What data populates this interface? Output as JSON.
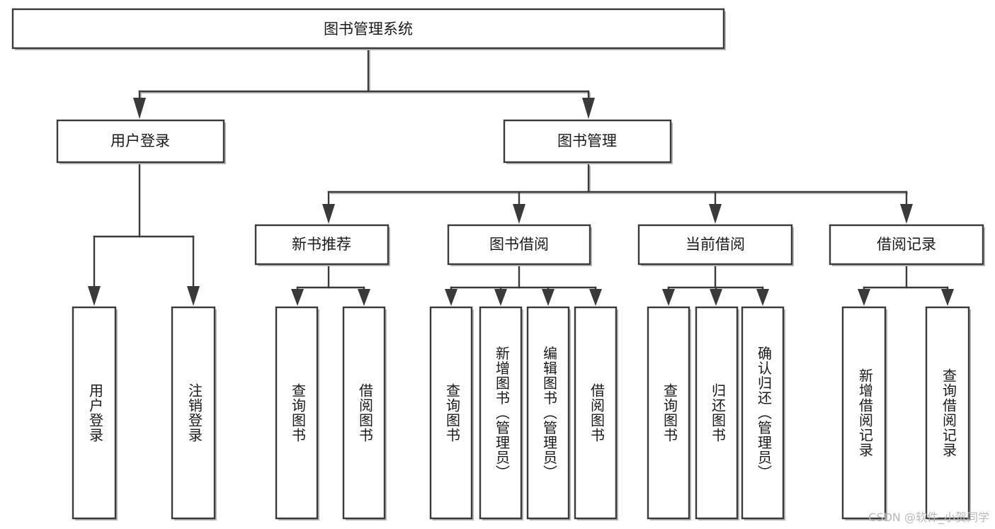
{
  "diagram": {
    "title": "图书管理系统",
    "type": "hierarchy-tree",
    "watermark": "CSDN @软件_小贺同学",
    "colors": {
      "background": "#ffffff",
      "box_stroke": "#3a3a3a",
      "box_fill": "#ffffff",
      "connector": "#3a3a3a",
      "shadow": "#bdbdbd",
      "text": "#1a1a1a",
      "watermark": "#b9b9b9"
    },
    "levels": {
      "root": {
        "label": "图书管理系统"
      },
      "level1": [
        {
          "label": "用户登录"
        },
        {
          "label": "图书管理"
        }
      ],
      "level2": [
        {
          "label": "新书推荐"
        },
        {
          "label": "图书借阅"
        },
        {
          "label": "当前借阅"
        },
        {
          "label": "借阅记录"
        }
      ],
      "leaves": {
        "user_login": [
          {
            "label": "用户登录"
          },
          {
            "label": "注销登录"
          }
        ],
        "new_book_recommend": [
          {
            "label": "查询图书"
          },
          {
            "label": "借阅图书"
          }
        ],
        "book_borrow": [
          {
            "label": "查询图书"
          },
          {
            "label": "新增图书（管理员）"
          },
          {
            "label": "编辑图书（管理员）"
          },
          {
            "label": "借阅图书"
          }
        ],
        "current_borrow": [
          {
            "label": "查询图书"
          },
          {
            "label": "归还图书"
          },
          {
            "label": "确认归还（管理员）"
          }
        ],
        "borrow_record": [
          {
            "label": "新增借阅记录"
          },
          {
            "label": "查询借阅记录"
          }
        ]
      }
    }
  }
}
